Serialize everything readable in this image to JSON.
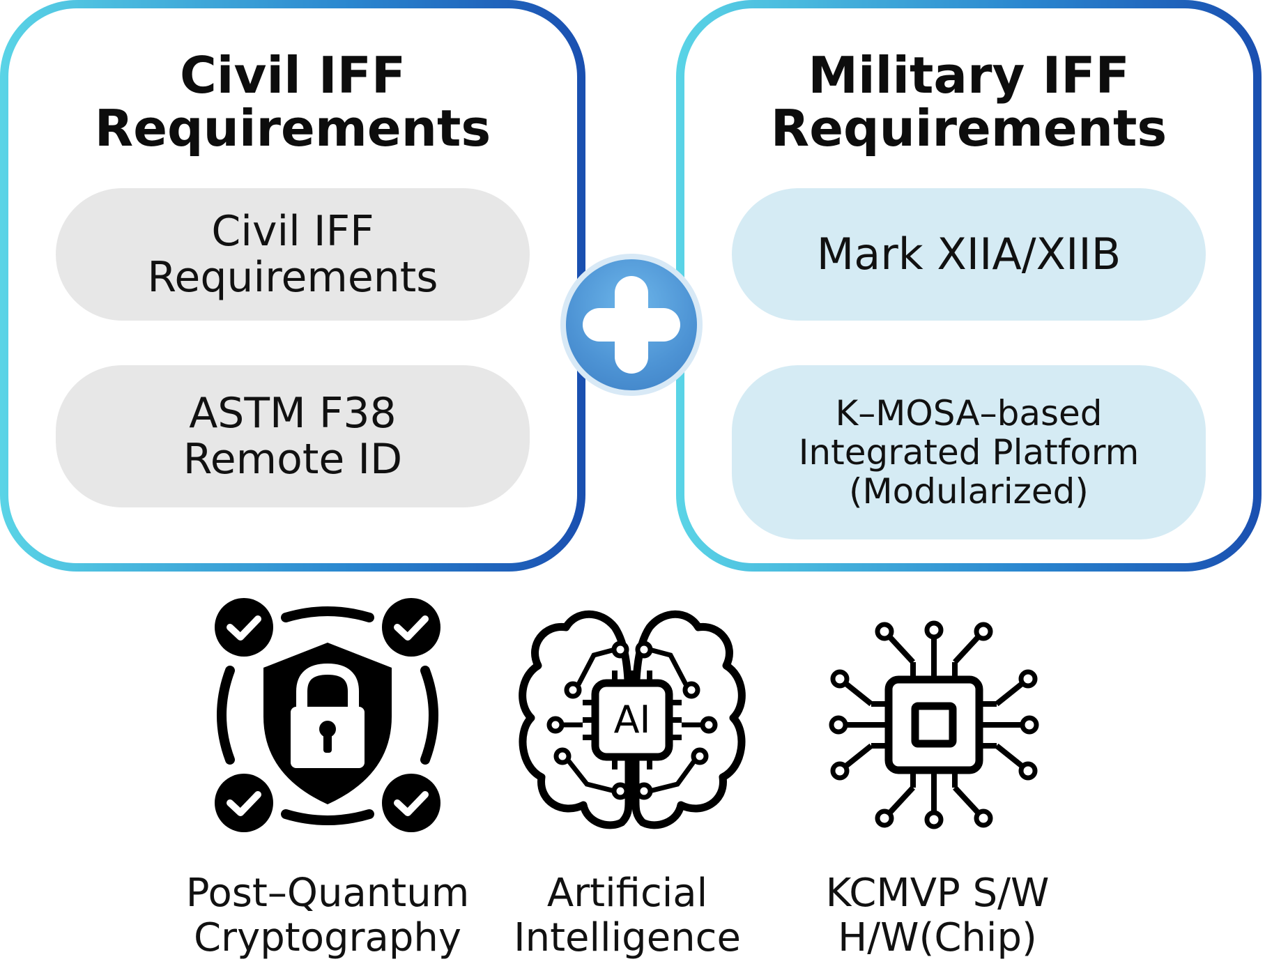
{
  "civil": {
    "title": "Civil IFF\nRequirements",
    "items": [
      {
        "label": "Civil IFF\nRequirements"
      },
      {
        "label": "ASTM F38\nRemote ID"
      }
    ]
  },
  "military": {
    "title": "Military IFF\nRequirements",
    "items": [
      {
        "label": "Mark XIIA/XIIB"
      },
      {
        "label": "K–MOSA–based\nIntegrated Platform\n(Modularized)"
      }
    ]
  },
  "connector_icon": "plus-icon",
  "technologies": [
    {
      "icon": "shield-lock-icon",
      "label": "Post–Quantum\nCryptography"
    },
    {
      "icon": "ai-brain-icon",
      "label": "Artificial\nIntelligence",
      "icon_text": "AI"
    },
    {
      "icon": "chip-icon",
      "label": "KCMVP S/W\nH/W(Chip)"
    }
  ],
  "colors": {
    "border_start": "#5ad4e6",
    "border_end": "#1a4fb0",
    "civil_pill": "#e7e7e7",
    "military_pill": "#d5ebf4",
    "plus": "#4d93d4"
  }
}
